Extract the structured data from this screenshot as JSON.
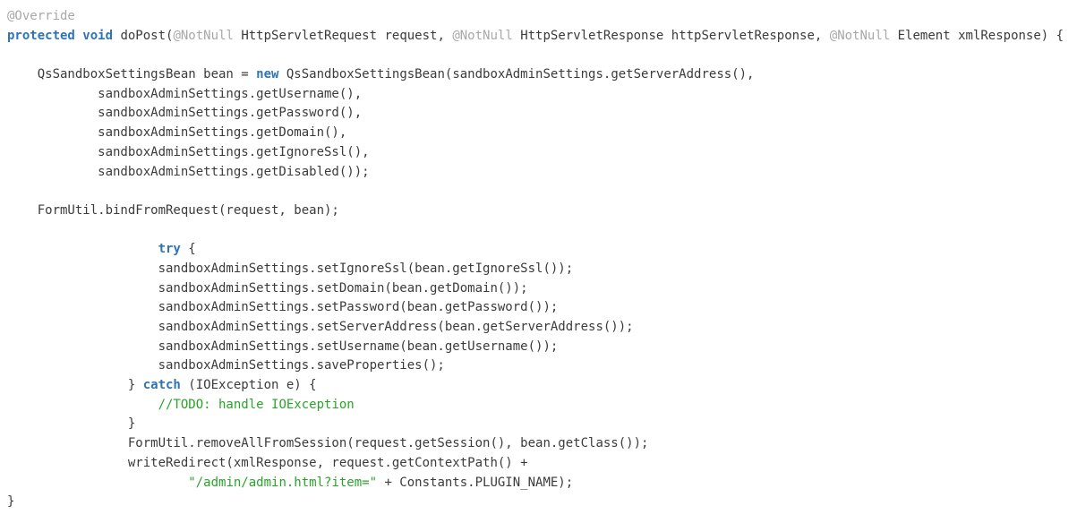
{
  "code": {
    "language": "java",
    "colors": {
      "background": "#ffffff",
      "default": "#3b3b3b",
      "keyword": "#2e75b5",
      "annotation": "#a8a8a8",
      "green": "#2aa32a"
    },
    "lines": [
      {
        "segments": [
          {
            "s": "annotation",
            "t": "@Override"
          }
        ]
      },
      {
        "segments": [
          {
            "s": "keyword",
            "t": "protected"
          },
          {
            "s": "default",
            "t": " "
          },
          {
            "s": "keyword",
            "t": "void"
          },
          {
            "s": "default",
            "t": " doPost("
          },
          {
            "s": "annotation",
            "t": "@NotNull"
          },
          {
            "s": "default",
            "t": " HttpServletRequest request, "
          },
          {
            "s": "annotation",
            "t": "@NotNull"
          },
          {
            "s": "default",
            "t": " HttpServletResponse httpServletResponse, "
          },
          {
            "s": "annotation",
            "t": "@NotNull"
          },
          {
            "s": "default",
            "t": " Element xmlResponse) {"
          }
        ]
      },
      {
        "segments": []
      },
      {
        "segments": [
          {
            "s": "default",
            "t": "    QsSandboxSettingsBean bean = "
          },
          {
            "s": "keyword",
            "t": "new"
          },
          {
            "s": "default",
            "t": " QsSandboxSettingsBean(sandboxAdminSettings.getServerAddress(),"
          }
        ]
      },
      {
        "segments": [
          {
            "s": "default",
            "t": "            sandboxAdminSettings.getUsername(),"
          }
        ]
      },
      {
        "segments": [
          {
            "s": "default",
            "t": "            sandboxAdminSettings.getPassword(),"
          }
        ]
      },
      {
        "segments": [
          {
            "s": "default",
            "t": "            sandboxAdminSettings.getDomain(),"
          }
        ]
      },
      {
        "segments": [
          {
            "s": "default",
            "t": "            sandboxAdminSettings.getIgnoreSsl(),"
          }
        ]
      },
      {
        "segments": [
          {
            "s": "default",
            "t": "            sandboxAdminSettings.getDisabled());"
          }
        ]
      },
      {
        "segments": []
      },
      {
        "segments": [
          {
            "s": "default",
            "t": "    FormUtil.bindFromRequest(request, bean);"
          }
        ]
      },
      {
        "segments": []
      },
      {
        "segments": [
          {
            "s": "default",
            "t": "                    "
          },
          {
            "s": "keyword",
            "t": "try"
          },
          {
            "s": "default",
            "t": " {"
          }
        ]
      },
      {
        "segments": [
          {
            "s": "default",
            "t": "                    sandboxAdminSettings.setIgnoreSsl(bean.getIgnoreSsl());"
          }
        ]
      },
      {
        "segments": [
          {
            "s": "default",
            "t": "                    sandboxAdminSettings.setDomain(bean.getDomain());"
          }
        ]
      },
      {
        "segments": [
          {
            "s": "default",
            "t": "                    sandboxAdminSettings.setPassword(bean.getPassword());"
          }
        ]
      },
      {
        "segments": [
          {
            "s": "default",
            "t": "                    sandboxAdminSettings.setServerAddress(bean.getServerAddress());"
          }
        ]
      },
      {
        "segments": [
          {
            "s": "default",
            "t": "                    sandboxAdminSettings.setUsername(bean.getUsername());"
          }
        ]
      },
      {
        "segments": [
          {
            "s": "default",
            "t": "                    sandboxAdminSettings.saveProperties();"
          }
        ]
      },
      {
        "segments": [
          {
            "s": "default",
            "t": "                } "
          },
          {
            "s": "keyword",
            "t": "catch"
          },
          {
            "s": "default",
            "t": " (IOException e) {"
          }
        ]
      },
      {
        "segments": [
          {
            "s": "default",
            "t": "                    "
          },
          {
            "s": "green",
            "t": "//TODO: handle IOException"
          }
        ]
      },
      {
        "segments": [
          {
            "s": "default",
            "t": "                }"
          }
        ]
      },
      {
        "segments": [
          {
            "s": "default",
            "t": "                FormUtil.removeAllFromSession(request.getSession(), bean.getClass());"
          }
        ]
      },
      {
        "segments": [
          {
            "s": "default",
            "t": "                writeRedirect(xmlResponse, request.getContextPath() +"
          }
        ]
      },
      {
        "segments": [
          {
            "s": "default",
            "t": "                        "
          },
          {
            "s": "green",
            "t": "\"/admin/admin.html?item=\""
          },
          {
            "s": "default",
            "t": " + Constants.PLUGIN_NAME);"
          }
        ]
      },
      {
        "segments": [
          {
            "s": "default",
            "t": "}"
          }
        ]
      }
    ]
  }
}
